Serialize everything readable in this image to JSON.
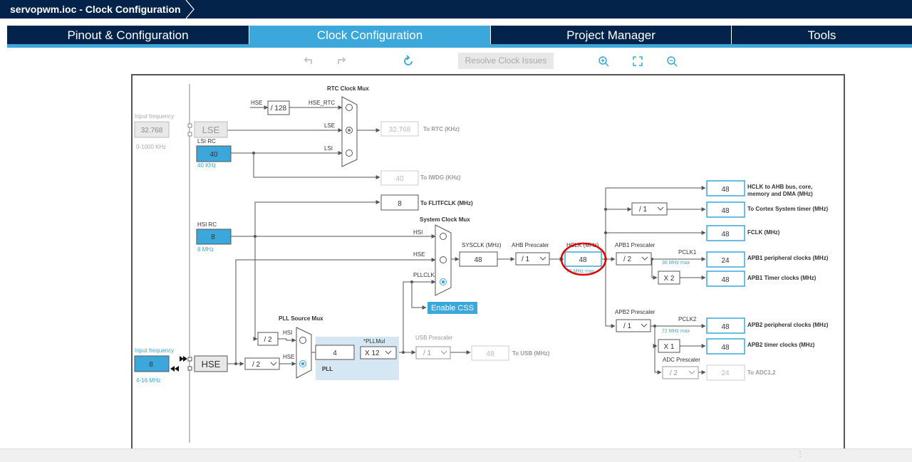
{
  "window": {
    "title": "servopwm.ioc - Clock Configuration"
  },
  "tabs": [
    {
      "label": "Pinout & Configuration"
    },
    {
      "label": "Clock Configuration"
    },
    {
      "label": "Project Manager"
    },
    {
      "label": "Tools"
    }
  ],
  "toolbar": {
    "resolve_label": "Resolve Clock Issues"
  },
  "diagram": {
    "lse": {
      "section_label": "Input frequency",
      "value": "32.768",
      "range": "0-1000 KHz",
      "label": "LSE"
    },
    "lsi": {
      "label": "LSI RC",
      "value": "40",
      "unit": "40 KHz"
    },
    "rtc": {
      "mux_label": "RTC Clock Mux",
      "hse_label": "HSE",
      "div": "/ 128",
      "hse_rtc_label": "HSE_RTC",
      "lse_label": "LSE",
      "lsi_label": "LSI",
      "out_value": "32.768",
      "out_label": "To RTC (KHz)"
    },
    "iwdg": {
      "value": "40",
      "label": "To IWDG (KHz)"
    },
    "flit": {
      "value": "8",
      "label": "To FLITFCLK (MHz)"
    },
    "hsi": {
      "label": "HSI RC",
      "value": "8",
      "unit": "8 MHz"
    },
    "sysmux": {
      "label": "System Clock Mux",
      "hsi_label": "HSI",
      "hse_label": "HSE",
      "pllclk_label": "PLLCLK",
      "css_label": "Enable CSS"
    },
    "sysclk": {
      "label": "SYSCLK (MHz)",
      "value": "48"
    },
    "ahb": {
      "label": "AHB Prescaler",
      "value": "/ 1"
    },
    "hclk": {
      "label": "HCLK (MHz)",
      "value": "48",
      "max": "72 MHz max"
    },
    "apb1": {
      "label": "APB1 Prescaler",
      "value": "/ 2",
      "pclk_label": "PCLK1",
      "max": "36 MHz max",
      "timer_mult": "X 2"
    },
    "apb2": {
      "label": "APB2 Prescaler",
      "value": "/ 1",
      "pclk_label": "PCLK2",
      "max": "72 MHz max",
      "timer_mult": "X 1"
    },
    "adc": {
      "label": "ADC Prescaler",
      "value": "/ 2",
      "out_value": "24",
      "out_label": "To ADC1,2"
    },
    "cortex_div": "/ 1",
    "outputs": {
      "hclk_ahb": {
        "value": "48",
        "label_line1": "HCLK to AHB bus, core,",
        "label_line2": "memory and DMA (MHz)"
      },
      "cortex": {
        "value": "48",
        "label": "To Cortex System timer (MHz)"
      },
      "fclk": {
        "value": "48",
        "label": "FCLK (MHz)"
      },
      "apb1_periph": {
        "value": "24",
        "label": "APB1 peripheral clocks (MHz)"
      },
      "apb1_timer": {
        "value": "48",
        "label": "APB1 Timer clocks (MHz)"
      },
      "apb2_periph": {
        "value": "48",
        "label": "APB2 peripheral clocks (MHz)"
      },
      "apb2_timer": {
        "value": "48",
        "label": "APB2 timer clocks (MHz)"
      }
    },
    "hse": {
      "section_label": "Input frequency",
      "value": "8",
      "range": "4-16 MHz",
      "label": "HSE",
      "div": "/ 2"
    },
    "pll": {
      "mux_label": "PLL Source Mux",
      "div_hsi": "/ 2",
      "hsi_label": "HSI",
      "hse_label": "HSE",
      "value": "4",
      "mul_label": "*PLLMul",
      "mul": "X 12",
      "label": "PLL"
    },
    "usb": {
      "label": "USB Prescaler",
      "div": "/ 1",
      "value": "48",
      "out_label": "To USB (MHz)"
    },
    "colors": {
      "accent": "#3ba7db",
      "navy": "#03234b",
      "highlight": "#e00000"
    }
  }
}
